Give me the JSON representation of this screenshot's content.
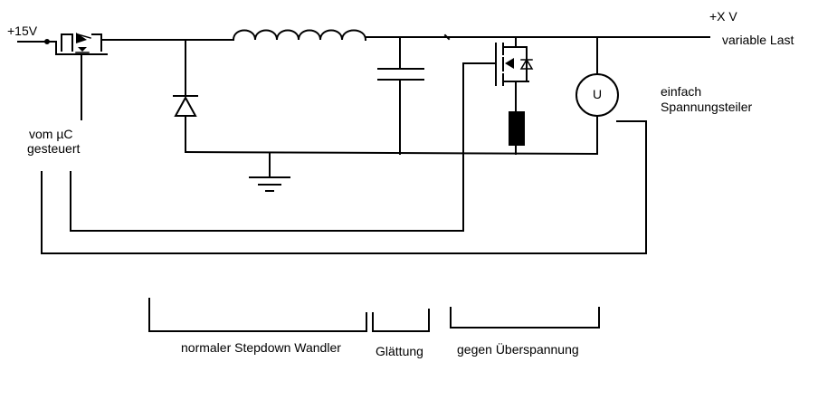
{
  "labels": {
    "v_in": "+15V",
    "v_out": "+X V",
    "load": "variable Last",
    "controller_line1": "vom µC",
    "controller_line2": "gesteuert",
    "divider_line1": "einfach",
    "divider_line2": "Spannungsteiler",
    "meter_symbol": "U",
    "section_stepdown": "normaler Stepdown Wandler",
    "section_smoothing": "Glättung",
    "section_overvoltage": "gegen Überspannung"
  },
  "colors": {
    "line": "#000000",
    "background": "#ffffff"
  }
}
